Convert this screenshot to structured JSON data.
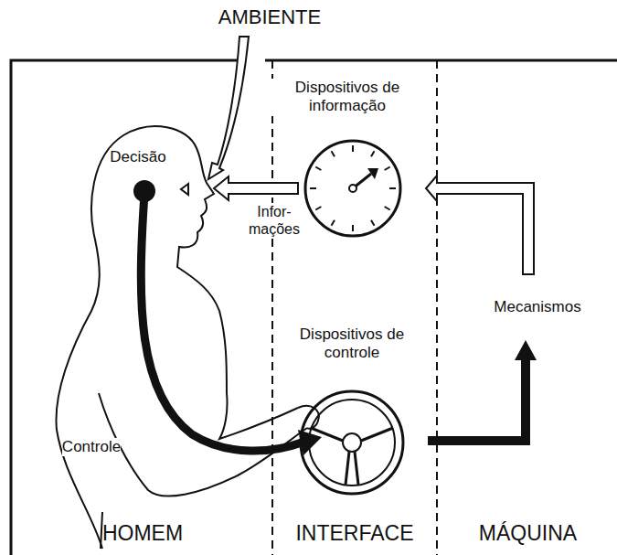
{
  "diagram": {
    "nodes": [
      {
        "text": [
          "HOMEM"
        ]
      },
      {
        "text": [
          "INTERFACE"
        ]
      },
      {
        "text": [
          "MÁQUINA"
        ]
      }
    ],
    "labels": [
      "AMBIENTE",
      "Dispositivos de informação",
      "Decisão",
      "Infor- mações",
      "Dispositivos de controle",
      "Mecanismos",
      "Controle"
    ]
  }
}
